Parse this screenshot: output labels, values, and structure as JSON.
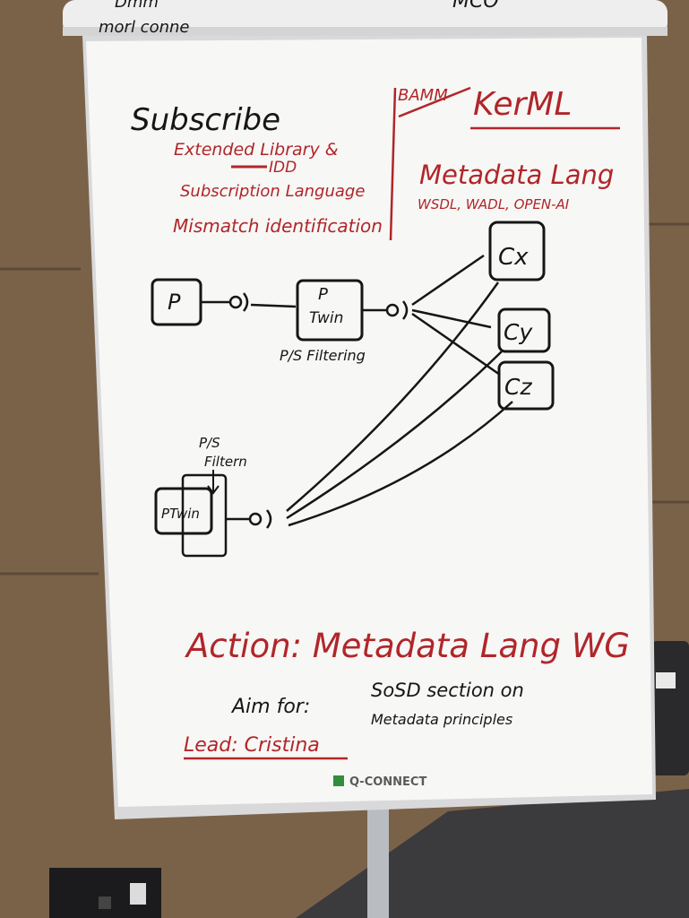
{
  "scene": {
    "description": "Flip chart with handwritten diagram",
    "colors": {
      "ink_red": "#b0262a",
      "ink_black": "#161616",
      "paper": "#f7f7f5",
      "wall": "#6e5a44"
    }
  },
  "top_sheet": {
    "scribble_1": "Dmm",
    "scribble_2": "morl conne",
    "scribble_3": "MCO"
  },
  "left_column": {
    "heading": "Subscribe",
    "items": [
      "Extended Library &",
      "IDD",
      "Subscription Language",
      "Mismatch identification"
    ]
  },
  "right_column": {
    "bamm": "BAMM",
    "kerml": "KerML",
    "metadata_lang": "Metadata Lang",
    "formats": "WSDL, WADL, OPEN-AI"
  },
  "diagram": {
    "producer": "P",
    "twin_top": "P",
    "twin_bottom": "Twin",
    "twin_caption": "P/S Filtering",
    "bottom_caption_line1": "P/S",
    "bottom_caption_line2": "Filtern",
    "bottom_box": "PTwin",
    "consumers": [
      "Cx",
      "Cy",
      "Cz"
    ]
  },
  "action": {
    "title": "Action: Metadata Lang WG",
    "aim_label": "Aim for:",
    "aim_line1": "SoSD section on",
    "aim_line2": "Metadata principles",
    "lead": "Lead: Cristina"
  },
  "brand": {
    "name": "Q-CONNECT"
  }
}
